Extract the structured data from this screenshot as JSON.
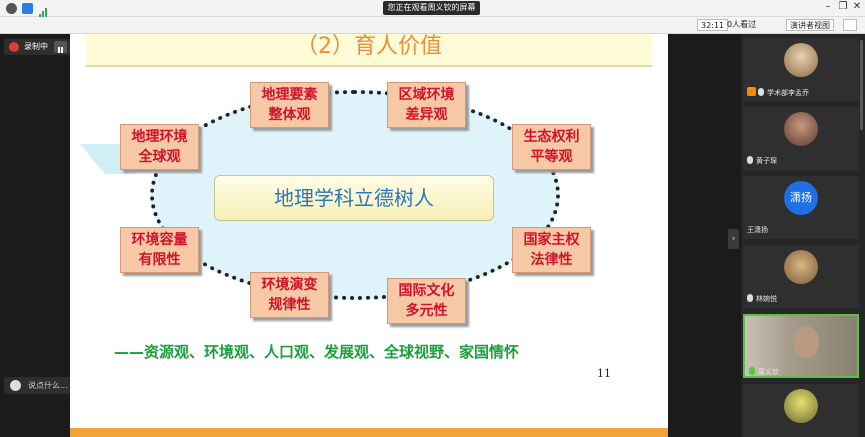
{
  "topbar": {
    "banner": "您正在观看周义钦的屏幕",
    "window_controls": [
      "minimize-icon",
      "restore-icon",
      "close-icon"
    ]
  },
  "toolbar": {
    "timer": "32:11",
    "viewers": "0人看过",
    "speaker_view": "演讲者视图"
  },
  "recording": {
    "label": "录制中"
  },
  "chat": {
    "placeholder": "说点什么..."
  },
  "slide": {
    "title": "（2）育人价值",
    "center": "地理学科立德树人",
    "nodes": [
      "地理要素\n整体观",
      "区域环境\n差异观",
      "地理环境\n全球观",
      "生态权利\n平等观",
      "环境容量\n有限性",
      "国家主权\n法律性",
      "环境演变\n规律性",
      "国际文化\n多元性"
    ],
    "bottom_line": "——资源观、环境观、人口观、发展观、全球视野、家国情怀",
    "page_number": "11"
  },
  "participants": [
    {
      "name": "学术部李孟乔",
      "host": true
    },
    {
      "name": "黄子琛",
      "host": false
    },
    {
      "name": "王潇扬",
      "host": false,
      "avatar_text": "潇扬"
    },
    {
      "name": "林婉悦",
      "host": false
    },
    {
      "name": "周义钦",
      "host": false,
      "active": true
    },
    {
      "name": "",
      "host": false
    }
  ],
  "colors": {
    "accent_green": "#59c24b",
    "node_text": "#d0122c",
    "title": "#e88f3c",
    "bottom_line": "#1a9f3b"
  }
}
